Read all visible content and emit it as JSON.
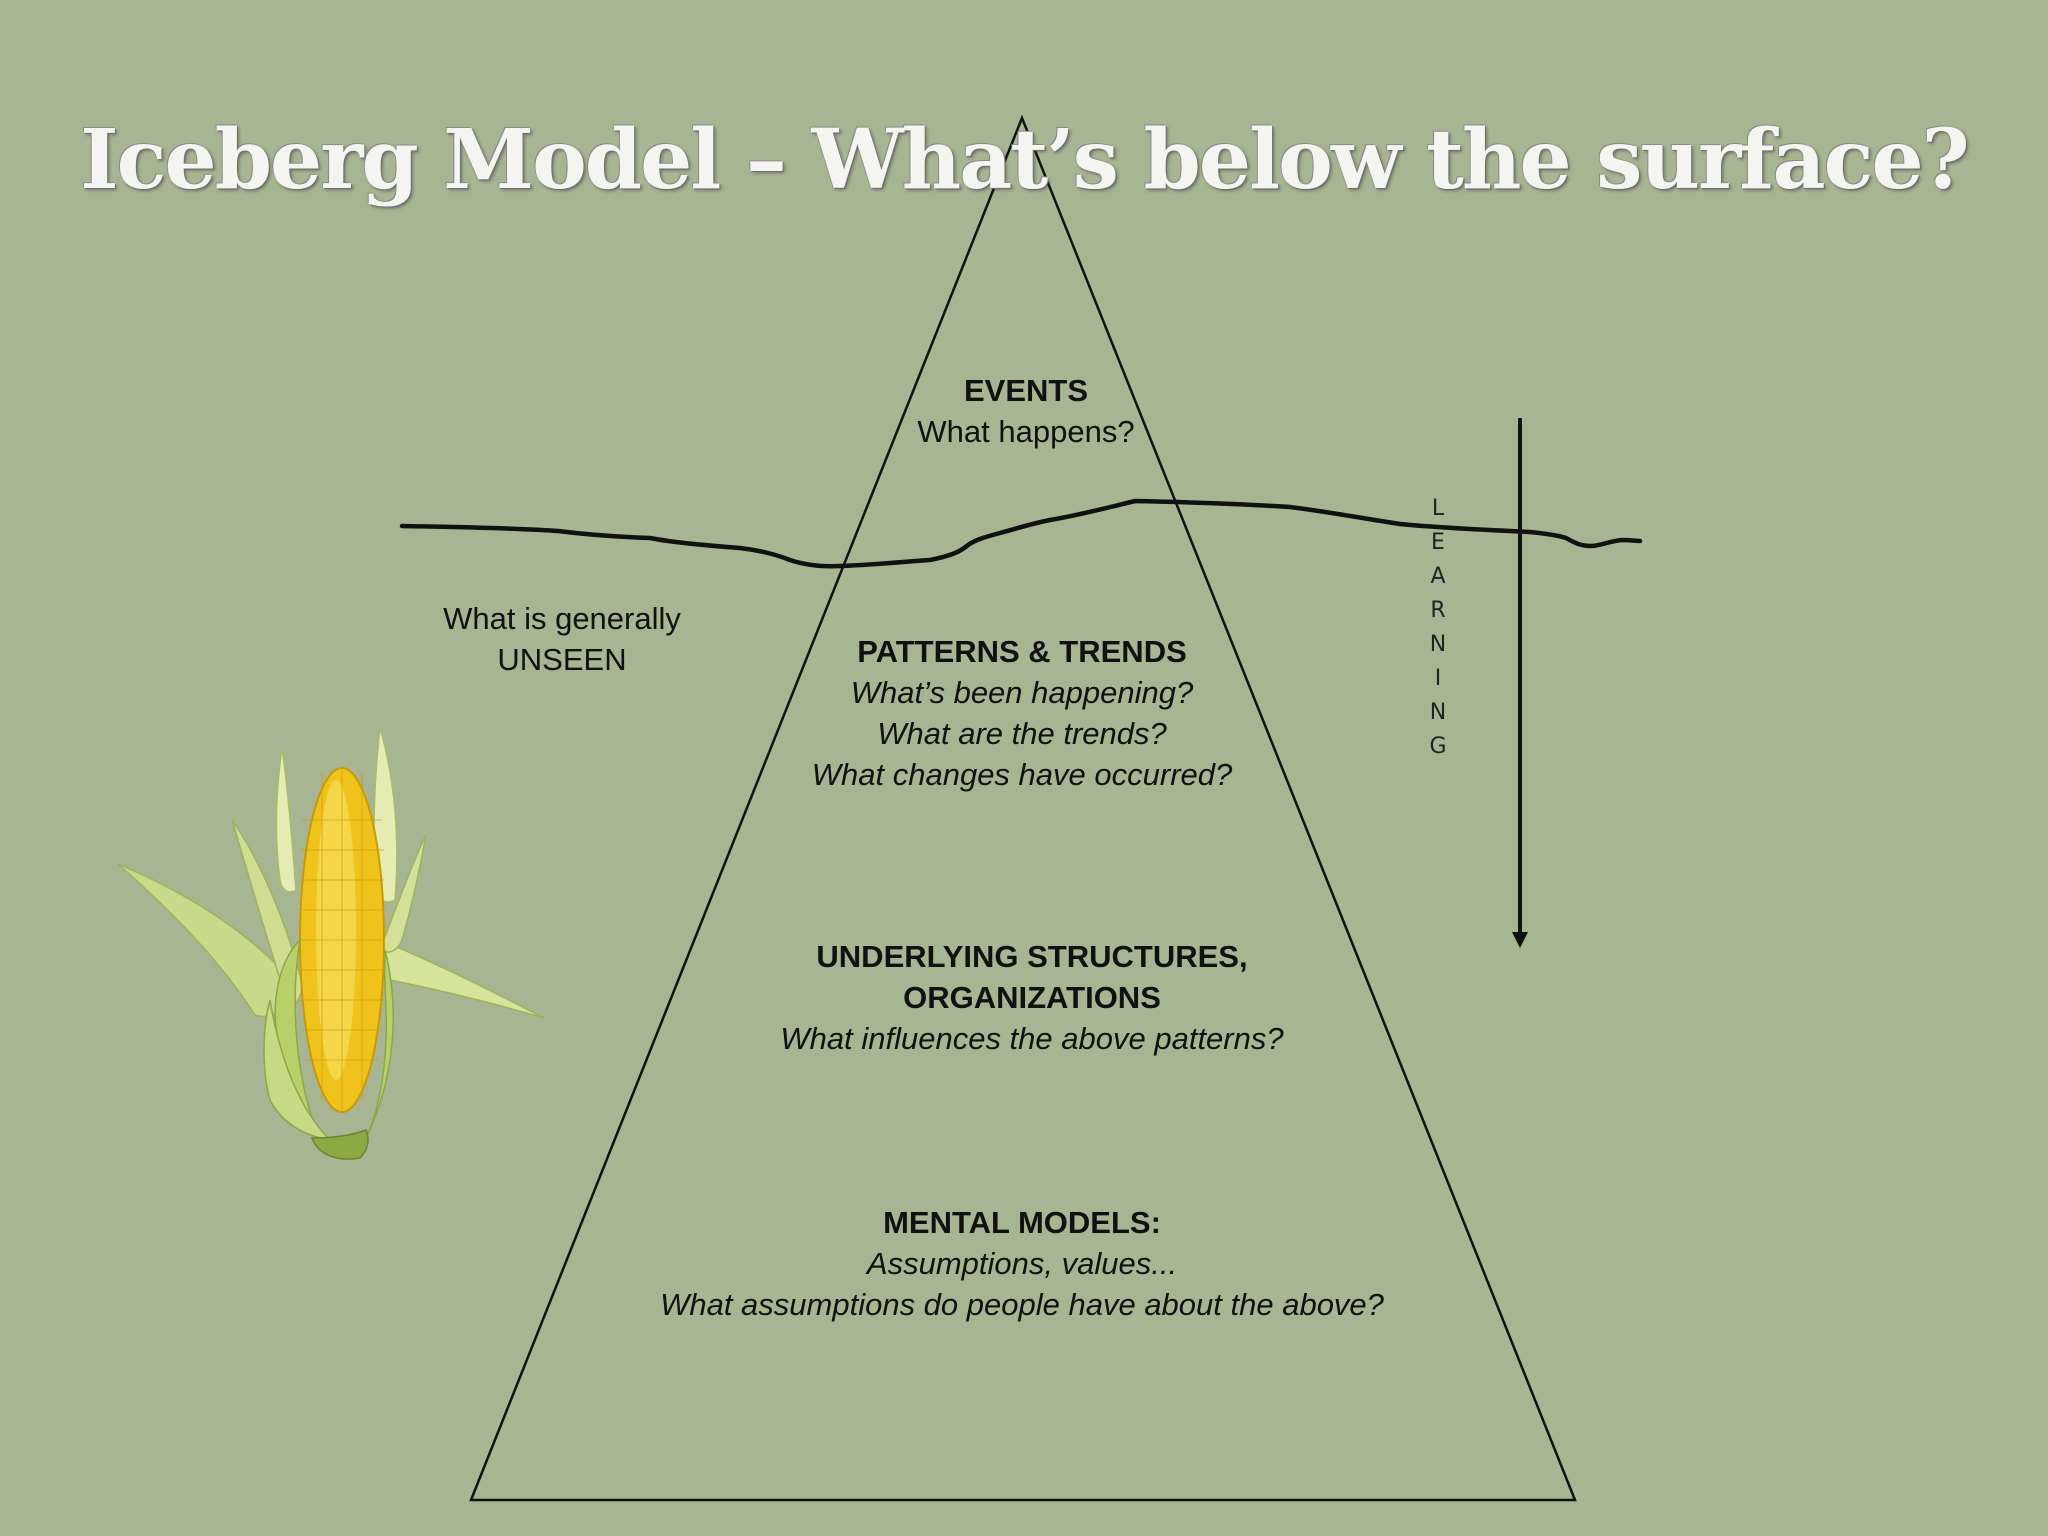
{
  "title": "Iceberg Model – What’s below the surface?",
  "events": {
    "heading": "EVENTS",
    "question": "What happens?"
  },
  "patterns": {
    "heading": "PATTERNS & TRENDS",
    "questions": [
      "What’s been happening?",
      "What are the trends?",
      "What changes have occurred?"
    ]
  },
  "structures": {
    "heading_line1": "UNDERLYING STRUCTURES,",
    "heading_line2": "ORGANIZATIONS",
    "question": "What influences the above patterns?"
  },
  "mental_models": {
    "heading": "MENTAL MODELS:",
    "line1": "Assumptions,  values...",
    "line2": "What assumptions do people have about the  above?"
  },
  "unseen": {
    "line1": "What is generally",
    "line2": "UNSEEN"
  },
  "learning_letters": [
    "L",
    "E",
    "A",
    "R",
    "N",
    "I",
    "N",
    "G"
  ],
  "colors": {
    "background": "#a8b593",
    "line": "#111111",
    "title": "#f4f4f1"
  },
  "icons": {
    "corn": "corn-cob-icon"
  }
}
